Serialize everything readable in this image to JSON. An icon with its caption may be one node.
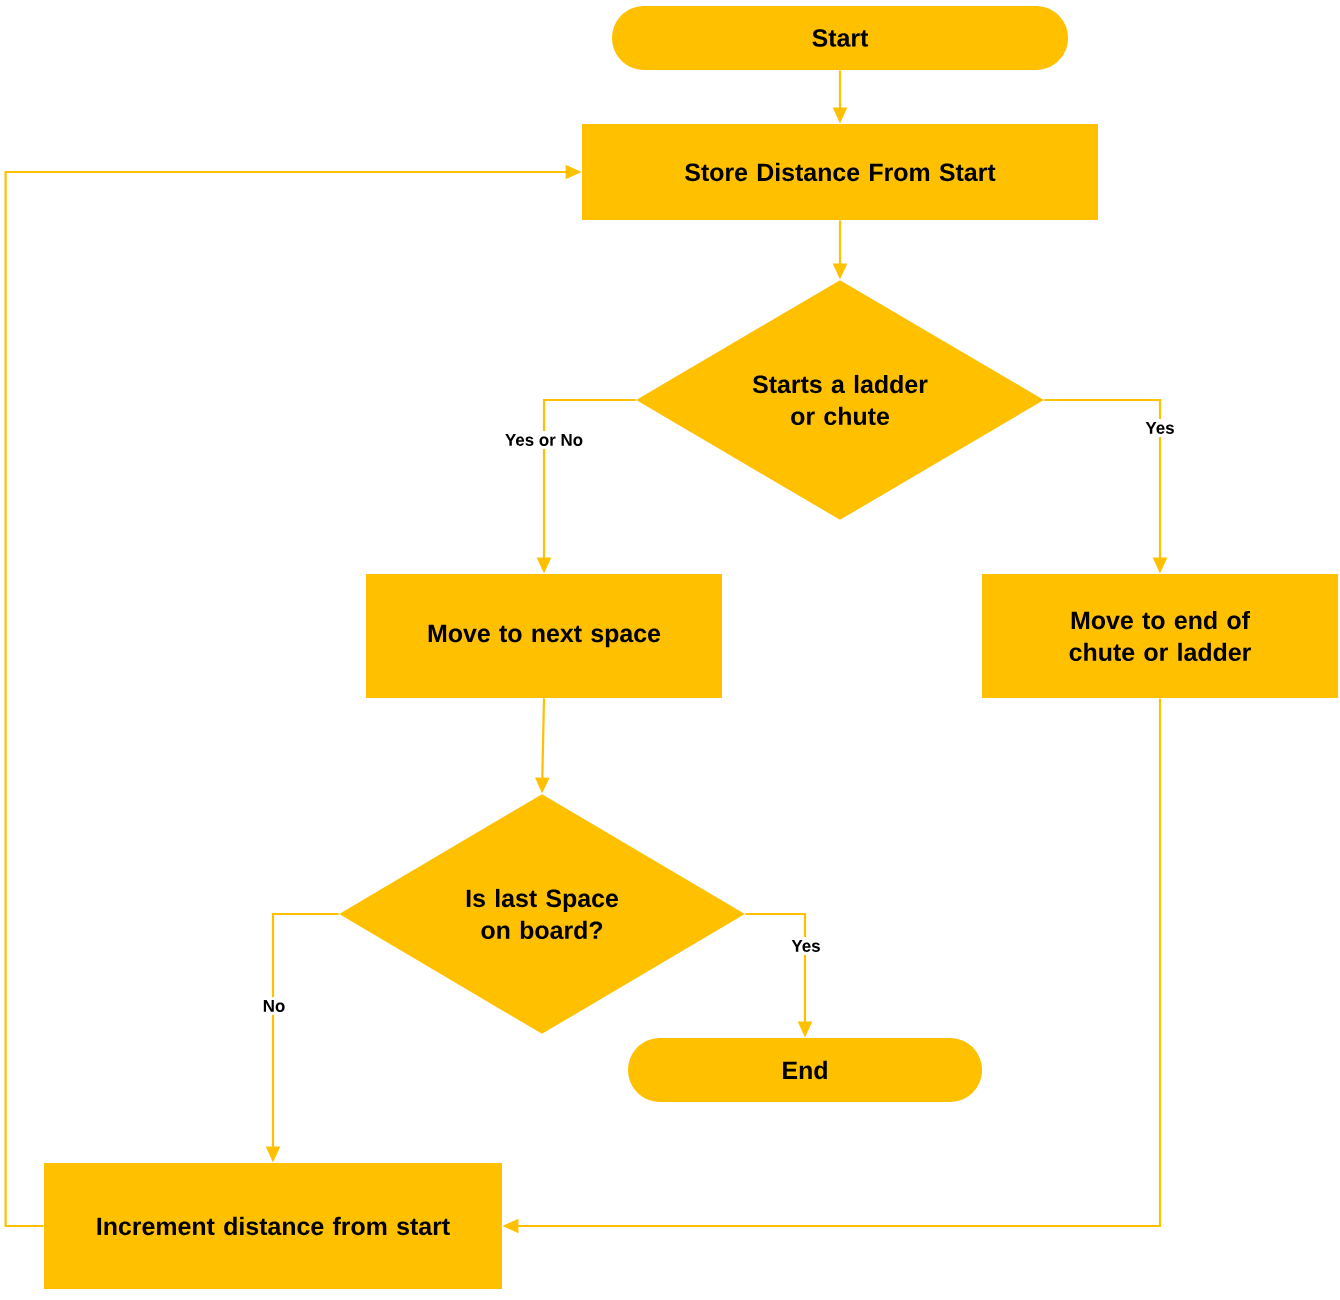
{
  "diagram": {
    "nodes": [
      {
        "text": [
          "Start"
        ]
      },
      {
        "text": [
          "Store Distance From Start"
        ]
      },
      {
        "text": [
          "Starts a ladder or chute"
        ]
      },
      {
        "text": [
          "Move to next space"
        ]
      },
      {
        "text": [
          "Move to end of chute or ladder"
        ]
      },
      {
        "text": [
          "Is last Space on board?"
        ]
      },
      {
        "text": [
          "End"
        ]
      },
      {
        "text": [
          "Increment distance from start"
        ]
      }
    ],
    "edges": [
      {
        "from": 0,
        "to": 1,
        "arrow": "to"
      },
      {
        "from": 1,
        "to": 2,
        "arrow": "to"
      },
      {
        "from": 2,
        "to": 3,
        "arrow": "to",
        "label": "Yes or No"
      },
      {
        "from": 2,
        "to": 4,
        "arrow": "to",
        "label": "Yes"
      },
      {
        "from": 3,
        "to": 5,
        "arrow": "to"
      },
      {
        "from": 5,
        "to": 7,
        "arrow": "to",
        "label": "No"
      },
      {
        "from": 5,
        "to": 6,
        "arrow": "to",
        "label": "Yes"
      },
      {
        "from": 4,
        "to": 7,
        "arrow": "to"
      },
      {
        "from": 7,
        "to": 1,
        "arrow": "to"
      }
    ]
  }
}
